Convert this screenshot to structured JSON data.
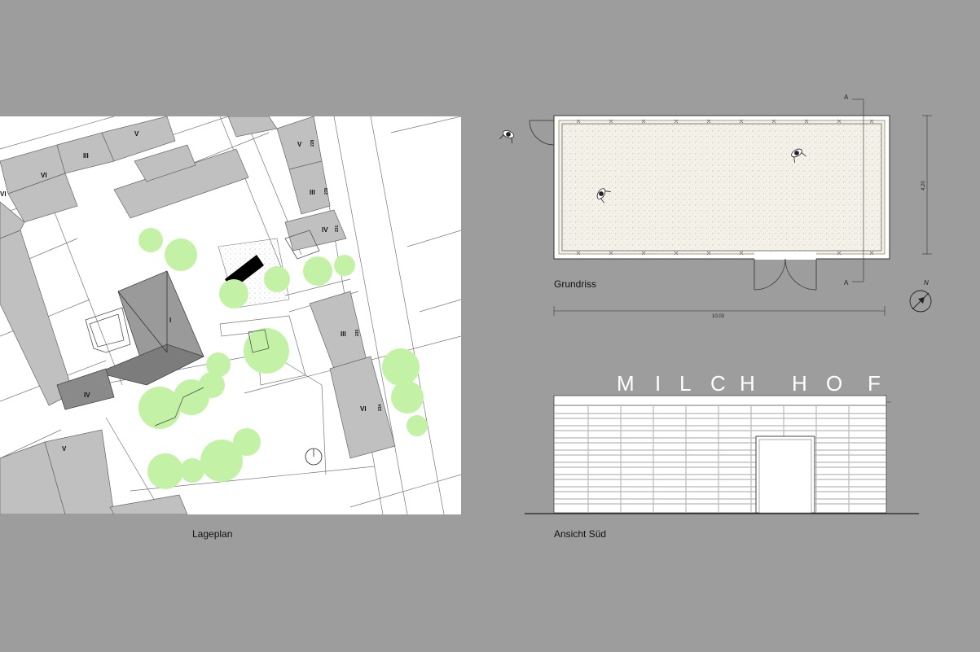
{
  "captions": {
    "site_plan": "Lageplan",
    "floor_plan": "Grundriss",
    "elevation": "Ansicht Süd"
  },
  "site_plan": {
    "storey_labels": [
      "V",
      "III",
      "VI",
      "VI",
      "V",
      "III",
      "IV",
      "I",
      "III",
      "IV",
      "VI",
      "V"
    ],
    "house_numbers": [
      "229",
      "230",
      "231",
      "233",
      "234"
    ]
  },
  "floor_plan": {
    "dimension_width": "10,03",
    "dimension_depth": "4,20",
    "section_marker_top": "A",
    "section_marker_bottom": "A",
    "north_label": "N"
  },
  "elevation": {
    "sign_letters": [
      "M",
      "I",
      "L",
      "C",
      "H",
      "H",
      "O",
      "F"
    ]
  },
  "colors": {
    "background": "#9d9d9d",
    "paper": "#ffffff",
    "building_gray": "#c0c0c0",
    "building_dark": "#8a8a8a",
    "tree_green": "#c3f2a6",
    "pavilion_black": "#000000"
  }
}
